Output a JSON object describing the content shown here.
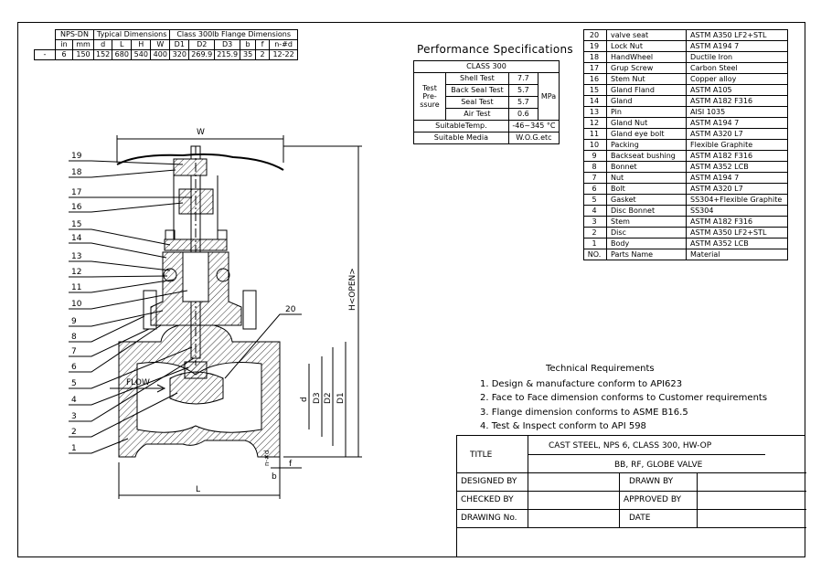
{
  "dims_table": {
    "header1": [
      "NPS-DN",
      "Typical Dimensions",
      "Class 300lb Flange Dimensions"
    ],
    "header2": [
      "in",
      "mm",
      "d",
      "L",
      "H",
      "W",
      "D1",
      "D2",
      "D3",
      "b",
      "f",
      "n-#d"
    ],
    "row": [
      "-",
      "6",
      "150",
      "152",
      "680",
      "540",
      "400",
      "320",
      "269.9",
      "215.9",
      "35",
      "2",
      "12-22"
    ]
  },
  "performance": {
    "title": "Performance Specifications",
    "class": "CLASS 300",
    "test_pressure_label": "Test Pre-ssure",
    "tests": [
      {
        "name": "Shell Test",
        "value": "7.7"
      },
      {
        "name": "Back Seal Test",
        "value": "5.7"
      },
      {
        "name": "Seal Test",
        "value": "5.7"
      },
      {
        "name": "Air Test",
        "value": "0.6"
      }
    ],
    "unit": "MPa",
    "temp_label": "SuitableTemp.",
    "temp_value": "-46~345 °C",
    "media_label": "Suitable Media",
    "media_value": "W.O.G.etc"
  },
  "parts": [
    {
      "no": "20",
      "name": "valve seat",
      "material": "ASTM A350 LF2+STL"
    },
    {
      "no": "19",
      "name": "Lock Nut",
      "material": "ASTM A194 7"
    },
    {
      "no": "18",
      "name": "HandWheel",
      "material": "Ductile Iron"
    },
    {
      "no": "17",
      "name": "Grup Screw",
      "material": "Carbon Steel"
    },
    {
      "no": "16",
      "name": "Stem Nut",
      "material": "Copper alloy"
    },
    {
      "no": "15",
      "name": "Gland Fland",
      "material": "ASTM A105"
    },
    {
      "no": "14",
      "name": "Gland",
      "material": "ASTM A182 F316"
    },
    {
      "no": "13",
      "name": "Pin",
      "material": "AISI 1035"
    },
    {
      "no": "12",
      "name": "Gland Nut",
      "material": "ASTM A194 7"
    },
    {
      "no": "11",
      "name": "Gland eye bolt",
      "material": "ASTM A320 L7"
    },
    {
      "no": "10",
      "name": "Packing",
      "material": "Flexible Graphite"
    },
    {
      "no": "9",
      "name": "Backseat bushing",
      "material": "ASTM A182 F316"
    },
    {
      "no": "8",
      "name": "Bonnet",
      "material": "ASTM A352 LCB"
    },
    {
      "no": "7",
      "name": "Nut",
      "material": "ASTM A194 7"
    },
    {
      "no": "6",
      "name": "Bolt",
      "material": "ASTM A320 L7"
    },
    {
      "no": "5",
      "name": "Gasket",
      "material": "SS304+Flexible Graphite"
    },
    {
      "no": "4",
      "name": "Disc Bonnet",
      "material": "SS304"
    },
    {
      "no": "3",
      "name": "Stem",
      "material": "ASTM A182 F316"
    },
    {
      "no": "2",
      "name": "Disc",
      "material": "ASTM A350 LF2+STL"
    },
    {
      "no": "1",
      "name": "Body",
      "material": "ASTM A352 LCB"
    }
  ],
  "parts_footer": {
    "no": "NO.",
    "name": "Parts Name",
    "material": "Material"
  },
  "technical": {
    "title": "Technical Requirements",
    "items": [
      "1. Design & manufacture conform to API623",
      "2. Face to Face dimension conforms to Customer requirements",
      "3. Flange dimension conforms to ASME B16.5",
      "4. Test & Inspect conform to API 598"
    ]
  },
  "title_block": {
    "title_label": "TITLE",
    "title_line1": "CAST STEEL, NPS 6, CLASS 300, HW-OP",
    "title_line2": "BB, RF, GLOBE VALVE",
    "designed_by": "DESIGNED BY",
    "drawn_by": "DRAWN BY",
    "checked_by": "CHECKED BY",
    "approved_by": "APPROVED BY",
    "drawing_no": "DRAWING No.",
    "date": "DATE"
  },
  "drawing": {
    "callouts": [
      "19",
      "18",
      "17",
      "16",
      "15",
      "14",
      "13",
      "12",
      "11",
      "10",
      "9",
      "8",
      "7",
      "6",
      "5",
      "4",
      "3",
      "2",
      "1",
      "20"
    ],
    "flow_label": "FLOW",
    "dim_w": "W",
    "dim_l": "L",
    "dim_h": "H<OPEN>",
    "dim_d": "d",
    "dim_d3": "D3",
    "dim_d2": "D2",
    "dim_d1": "D1",
    "dim_nd": "n-#d",
    "dim_f": "f",
    "dim_b": "b"
  }
}
